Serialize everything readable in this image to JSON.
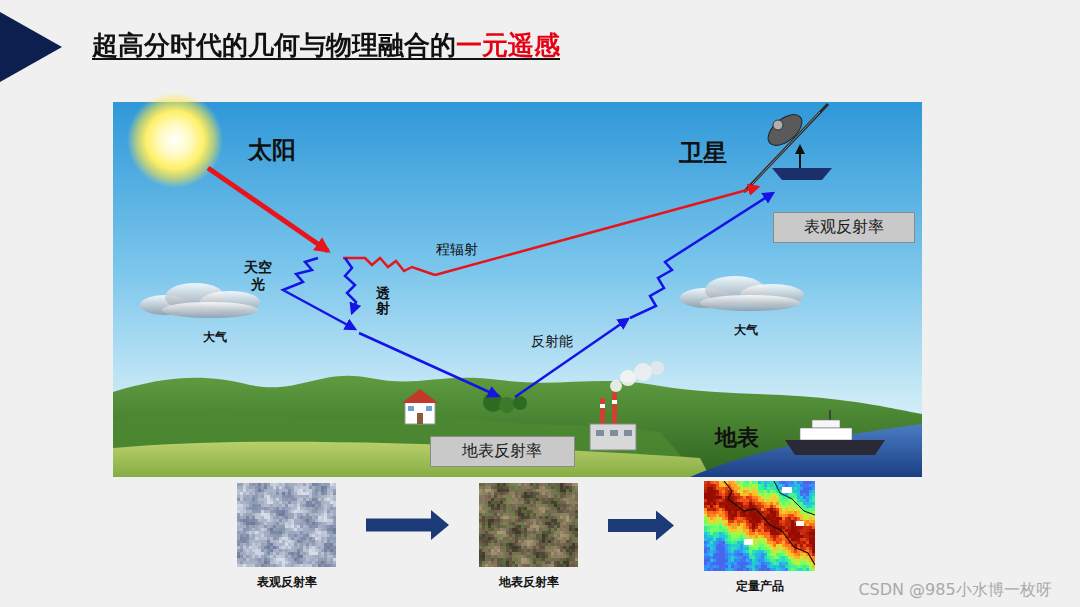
{
  "diagram": {
    "title": "超高分时代的几何与物理融合的一元遥感",
    "nodes": [
      {
        "text": [
          "表观反射率"
        ]
      },
      {
        "text": [
          "地表反射率"
        ]
      },
      {
        "text": [
          "表观反射率"
        ]
      },
      {
        "text": [
          "地表反射率"
        ]
      },
      {
        "text": [
          "定量产品"
        ]
      }
    ],
    "edges": [
      {
        "from": 2,
        "to": 3,
        "arrow": "to"
      },
      {
        "from": 3,
        "to": 4,
        "arrow": "to"
      }
    ],
    "labels": [
      "太阳",
      "卫星",
      "天空光",
      "透射",
      "程辐射",
      "大气",
      "反射能",
      "大气",
      "地表",
      "CSDN @985小水博一枚呀"
    ]
  }
}
